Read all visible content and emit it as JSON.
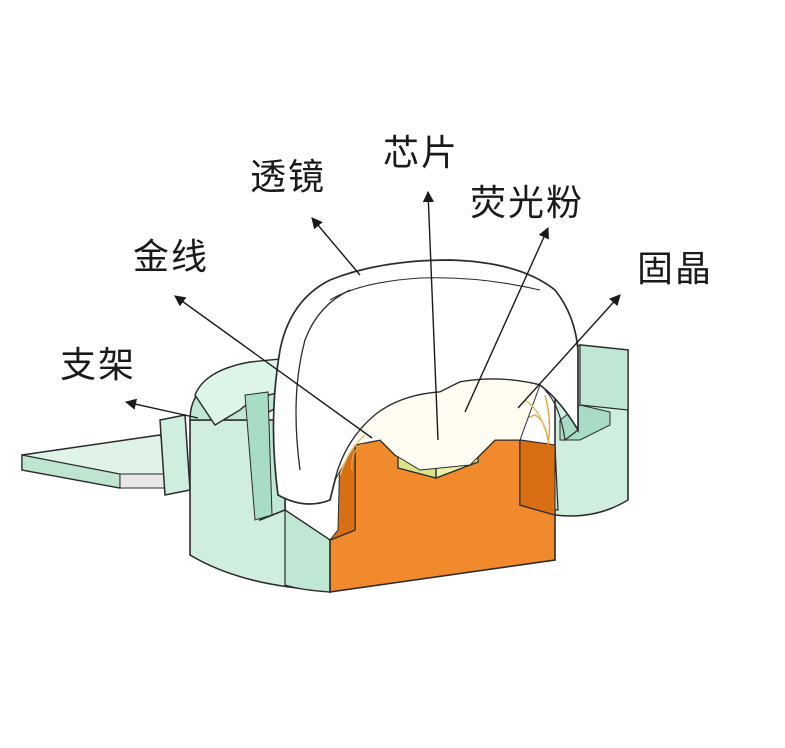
{
  "labels": {
    "lens": "透镜",
    "chip": "芯片",
    "phosphor": "荧光粉",
    "gold_wire": "金线",
    "die_attach": "固晶",
    "bracket": "支架"
  },
  "colors": {
    "housing": "#cfeedd",
    "housing_dark": "#a9dcc4",
    "copper": "#f08a2c",
    "copper_dark": "#d86f14",
    "chip": "#e9f2a8",
    "phosphor": "#f3c679",
    "lens": "#ffffff",
    "outline": "#2b2b2b"
  }
}
